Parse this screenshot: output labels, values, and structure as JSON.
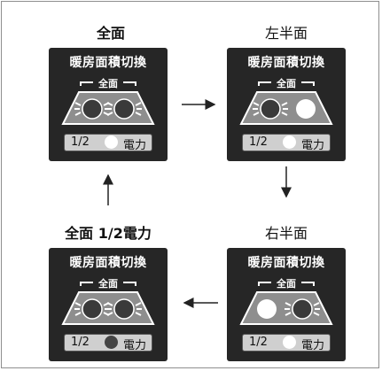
{
  "states": [
    {
      "title": "全面",
      "panel_label": "暖房面積切換",
      "scope_label": "全面",
      "half_label": "1/2",
      "power_label": "電力",
      "left_lamp": "on",
      "right_lamp": "on",
      "half_power_lamp": "off"
    },
    {
      "title": "左半面",
      "panel_label": "暖房面積切換",
      "scope_label": "全面",
      "half_label": "1/2",
      "power_label": "電力",
      "left_lamp": "on",
      "right_lamp": "off",
      "half_power_lamp": "off"
    },
    {
      "title": "右半面",
      "panel_label": "暖房面積切換",
      "scope_label": "全面",
      "half_label": "1/2",
      "power_label": "電力",
      "left_lamp": "off",
      "right_lamp": "on",
      "half_power_lamp": "off"
    },
    {
      "title": "全面 1/2電力",
      "panel_label": "暖房面積切換",
      "scope_label": "全面",
      "half_label": "1/2",
      "power_label": "電力",
      "left_lamp": "on",
      "right_lamp": "on",
      "half_power_lamp": "on"
    }
  ],
  "cycle_order": [
    "全面",
    "左半面",
    "右半面",
    "全面 1/2電力"
  ],
  "colors": {
    "panel": "#262626",
    "lamp_lit": "#3a3a3a",
    "lamp_off": "#ffffff",
    "pill": "#cfcfcf"
  }
}
